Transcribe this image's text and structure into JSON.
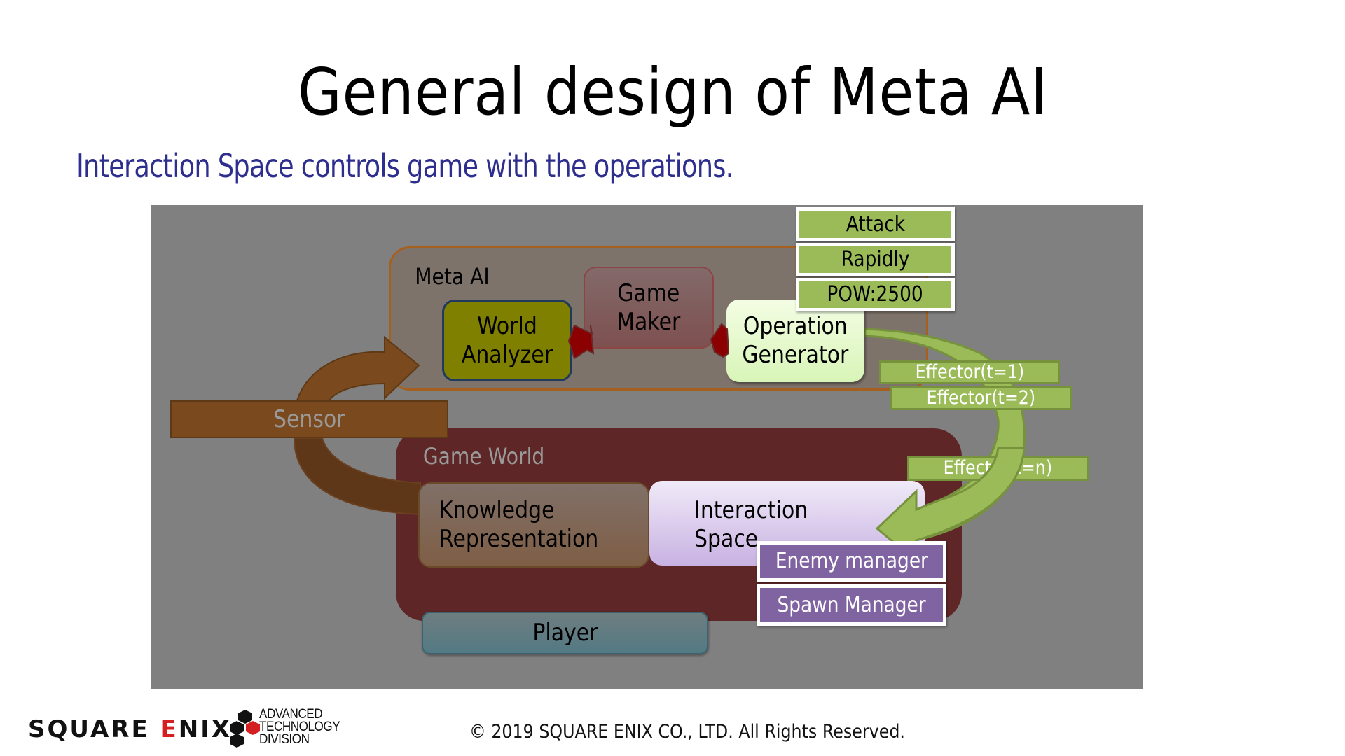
{
  "slide": {
    "title": "General design of Meta AI",
    "subtitle": "Interaction Space controls game with the operations."
  },
  "diagram": {
    "meta_ai": {
      "label": "Meta AI",
      "world_analyzer": [
        "World",
        "Analyzer"
      ],
      "game_maker": [
        "Game",
        "Maker"
      ],
      "operation_generator": [
        "Operation",
        "Generator"
      ]
    },
    "operation_params": [
      "Attack",
      "Rapidly",
      "POW:2500"
    ],
    "effectors": [
      "Effector(t=1)",
      "Effector(t=2)",
      "Effector(t=n)"
    ],
    "sensor": "Sensor",
    "game_world": {
      "label": "Game World",
      "knowledge_representation": [
        "Knowledge",
        "Representation"
      ],
      "interaction_space": [
        "Interaction",
        "Space"
      ],
      "managers": [
        "Enemy manager",
        "Spawn Manager"
      ]
    },
    "player": "Player",
    "icons": {
      "sensor_to_meta_ai": "curved-arrow-icon",
      "game_world_to_sensor": "curved-arrow-icon",
      "effector_flow": "curved-arrow-icon",
      "step_arrow": "arrow-right-icon"
    },
    "colors": {
      "panel_bg": "#808080",
      "meta_ai_border": "#a5601f",
      "world_analyzer": "#808000",
      "game_maker": "#7e5050",
      "operation_generator": "#d8f5b8",
      "green_tag": "#9bbb59",
      "game_world": "#5e2626",
      "interaction_space": "#c8b2e2",
      "purple_tag": "#8064a2",
      "player": "#537a84",
      "sensor": "#7a4a1e",
      "subtitle": "#2e2e8f"
    }
  },
  "footer": {
    "logo_square_enix": [
      "SQUARE ",
      "E",
      "NIX"
    ],
    "logo_atd": [
      "ADVANCED",
      "TECHNOLOGY",
      "DIVISION"
    ],
    "copyright": "© 2019 SQUARE ENIX CO., LTD. All Rights Reserved."
  }
}
